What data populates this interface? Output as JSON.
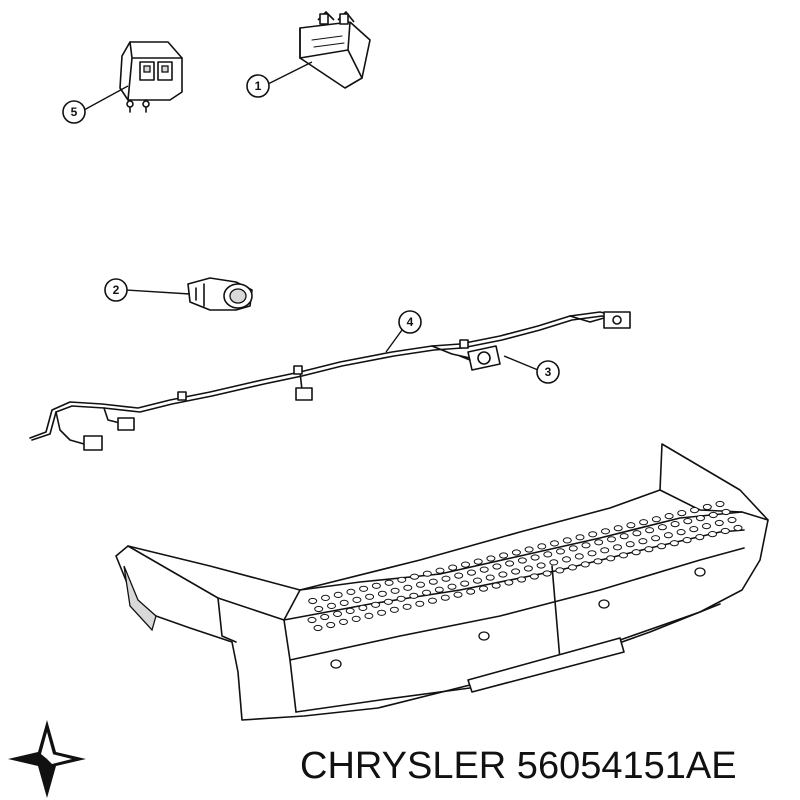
{
  "callouts": [
    {
      "id": "callout-1",
      "number": "1"
    },
    {
      "id": "callout-2",
      "number": "2"
    },
    {
      "id": "callout-3",
      "number": "3"
    },
    {
      "id": "callout-4",
      "number": "4"
    },
    {
      "id": "callout-5",
      "number": "5"
    }
  ],
  "caption": "CHRYSLER 56054151AE",
  "logo": {
    "icon": "pentastar-icon",
    "color": "#111111"
  }
}
